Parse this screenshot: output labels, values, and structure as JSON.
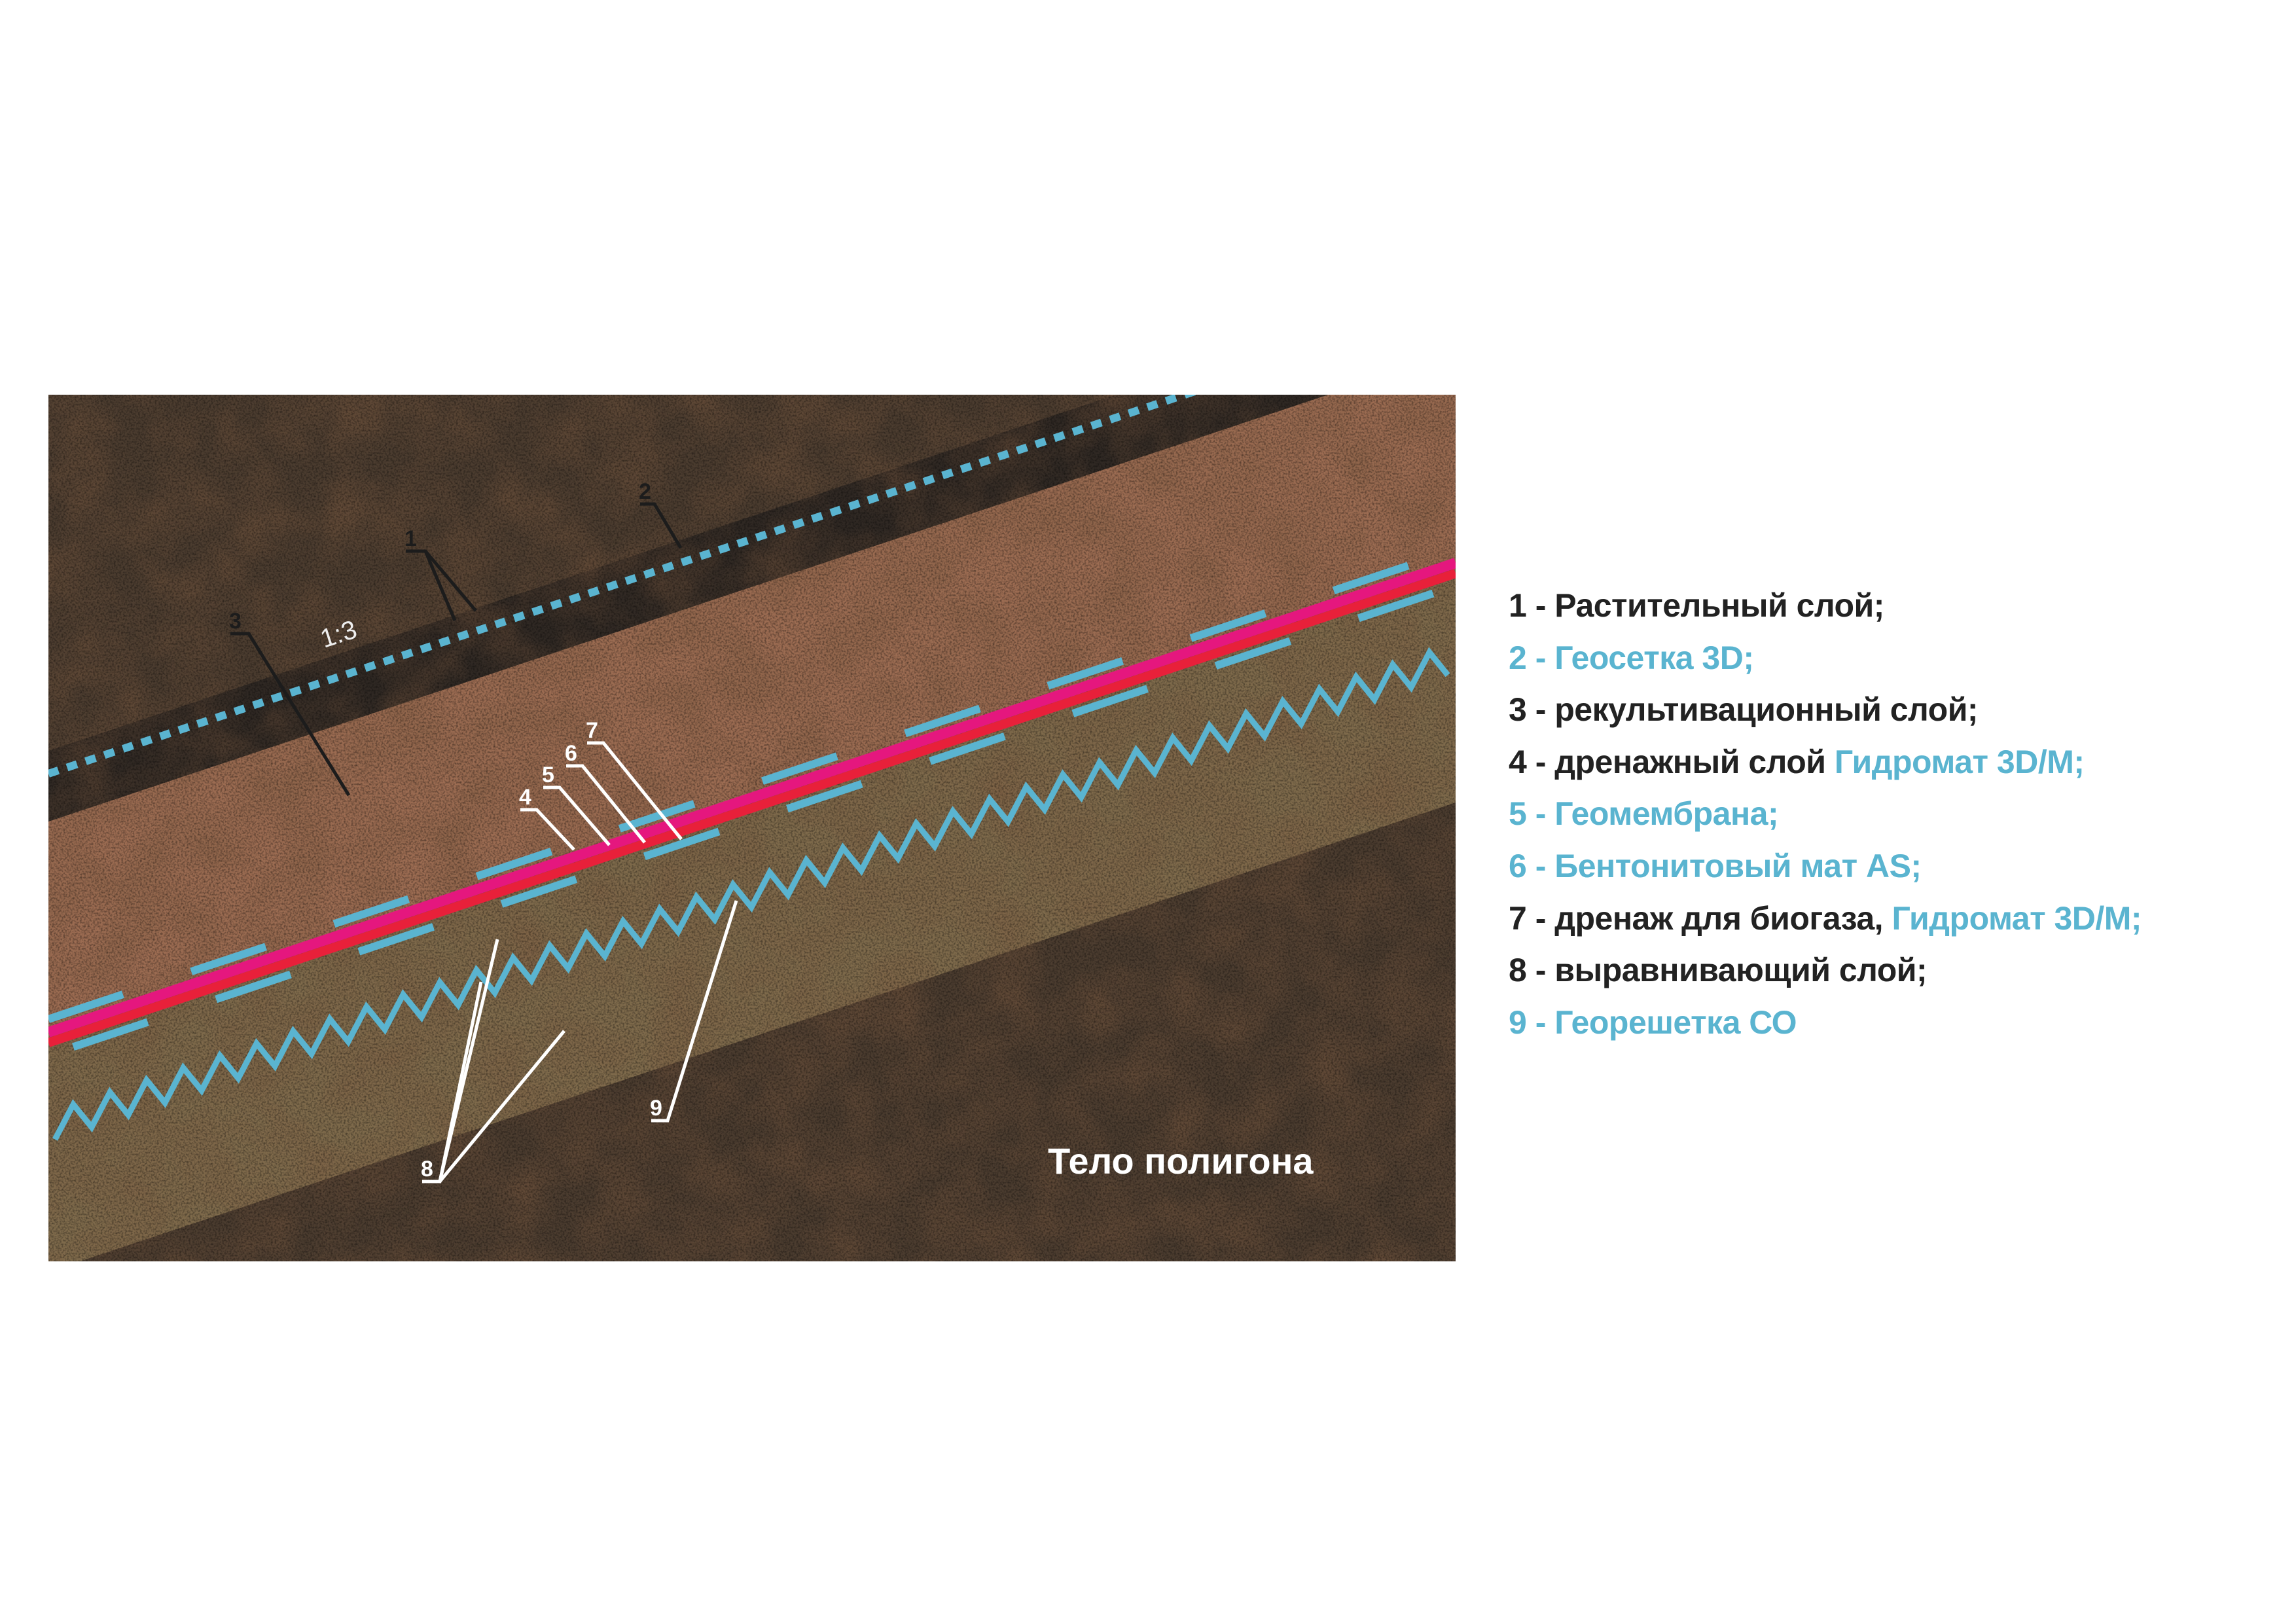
{
  "diagram": {
    "slope_label": "1:3",
    "body_label": "Тело полигона",
    "callouts": [
      "1",
      "2",
      "3",
      "4",
      "5",
      "6",
      "7",
      "8",
      "9"
    ]
  },
  "legend": [
    {
      "num": "1 - ",
      "text": "Растительный слой;",
      "extra": ""
    },
    {
      "num": "2 - ",
      "text": "Геосетка 3D;",
      "extra": ""
    },
    {
      "num": "3 - ",
      "text": "рекультивационный слой;",
      "extra": ""
    },
    {
      "num": "4 - ",
      "text": "дренажный слой ",
      "extra": "Гидромат 3D/M;"
    },
    {
      "num": "5 - ",
      "text": "Геомембрана;",
      "extra": ""
    },
    {
      "num": "6 - ",
      "text": "Бентонитовый мат AS;",
      "extra": ""
    },
    {
      "num": "7 - ",
      "text": "дренаж для биогаза, ",
      "extra": "Гидромат 3D/M;"
    },
    {
      "num": "8 - ",
      "text": "выравнивающий слой;",
      "extra": ""
    },
    {
      "num": "9 - ",
      "text": "Георешетка СО",
      "extra": ""
    }
  ],
  "colors": {
    "accent_blue": "#5ab4d0",
    "text_dark": "#222222",
    "membrane_pink": "#e5177e",
    "membrane_red": "#e8203a"
  }
}
